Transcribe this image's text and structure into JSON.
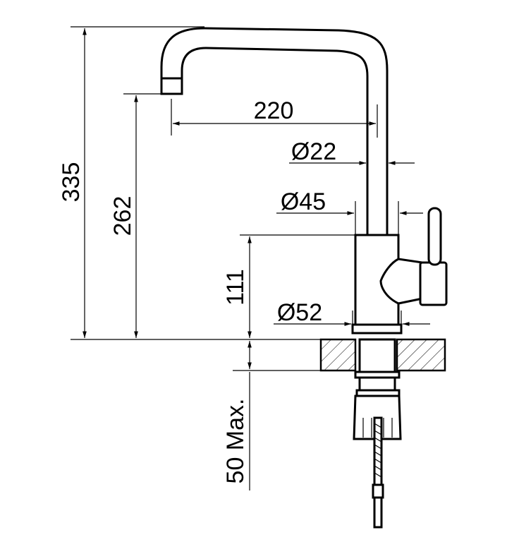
{
  "dimensions": {
    "spout_reach": "220",
    "spout_diameter": "Ø22",
    "body_diameter": "Ø45",
    "base_diameter": "Ø52",
    "total_height": "335",
    "spout_outlet_height": "262",
    "body_height": "111",
    "max_counter_thickness": "50 Max."
  },
  "colors": {
    "line": "#000000",
    "background": "#ffffff"
  }
}
